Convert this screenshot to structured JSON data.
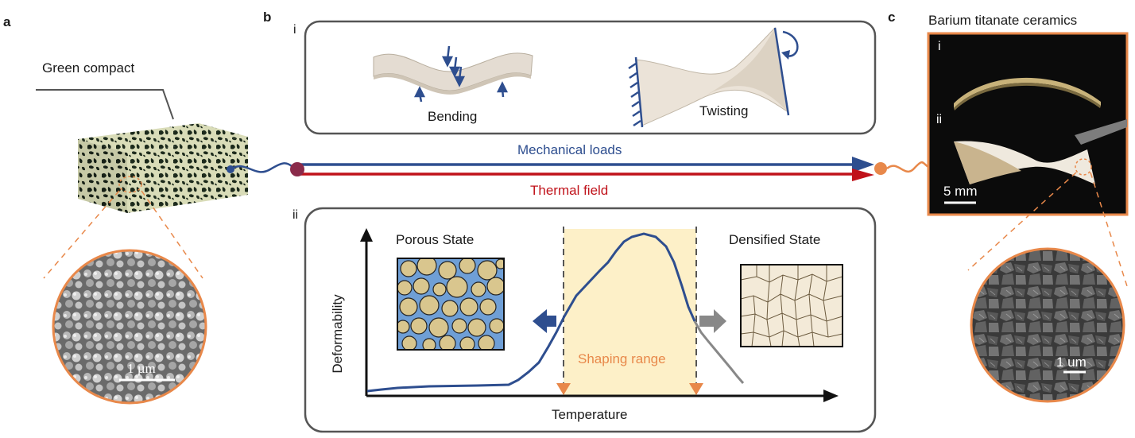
{
  "panel_a": {
    "letter": "a",
    "label": "Green compact",
    "scalebar": "1 µm"
  },
  "panel_b": {
    "letter": "b",
    "sub_i": "i",
    "sub_ii": "ii",
    "bending": "Bending",
    "twisting": "Twisting",
    "mechanical": "Mechanical loads",
    "thermal": "Thermal field",
    "porous": "Porous State",
    "densified": "Densified State",
    "shaping": "Shaping range",
    "xlabel": "Temperature",
    "ylabel": "Deformability"
  },
  "panel_c": {
    "letter": "c",
    "title": "Barium titanate ceramics",
    "sub_i": "i",
    "sub_ii": "ii",
    "photo_scalebar": "5 mm",
    "sem_scalebar": "1 um"
  },
  "colors": {
    "blue": "#2e4e8f",
    "red": "#c0121a",
    "orange": "#e8884a",
    "shaping_fill": "#fdf0c8",
    "grey_curve": "#888888"
  }
}
